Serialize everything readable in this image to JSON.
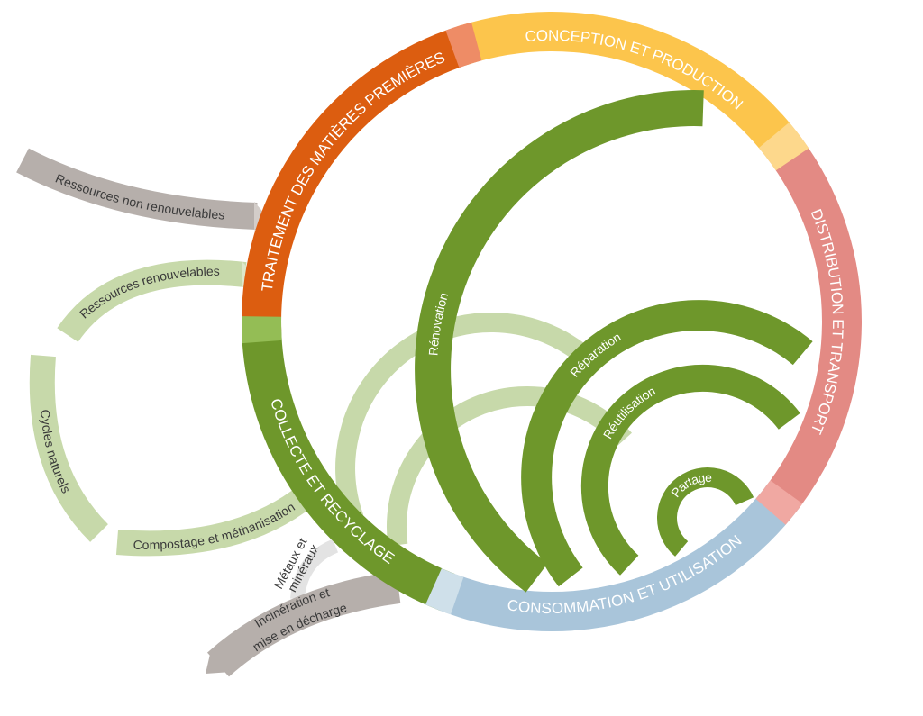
{
  "colors": {
    "raw_materials": "#dc5d10",
    "design": "#fcc54c",
    "distribution": "#e38a84",
    "consumption": "#a9c5da",
    "collection": "#6e972b",
    "loops": "#6e972b",
    "light_loops": "#c7d9aa",
    "grey": "#b6afab",
    "light_grey": "#e3e3e3"
  },
  "ring": {
    "raw_materials": "TRAITEMENT DES MATIÈRES PREMIÈRES",
    "design": "CONCEPTION ET PRODUCTION",
    "distribution": "DISTRIBUTION ET TRANSPORT",
    "consumption": "CONSOMMATION ET UTILISATION",
    "collection": "COLLECTE ET RECYCLAGE"
  },
  "loops": {
    "renovation": "Rénovation",
    "reparation": "Réparation",
    "reutilisation": "Réutilisation",
    "partage": "Partage"
  },
  "inputs": {
    "non_renewable": "Ressources non renouvelables",
    "renewable": "Ressources renouvelables",
    "natural_cycles": "Cycles naturels",
    "composting": "Compostage et méthanisation",
    "metals_1": "Métaux et",
    "metals_2": "minéraux",
    "incineration_1": "Incinération et",
    "incineration_2": "mise en décharge"
  }
}
